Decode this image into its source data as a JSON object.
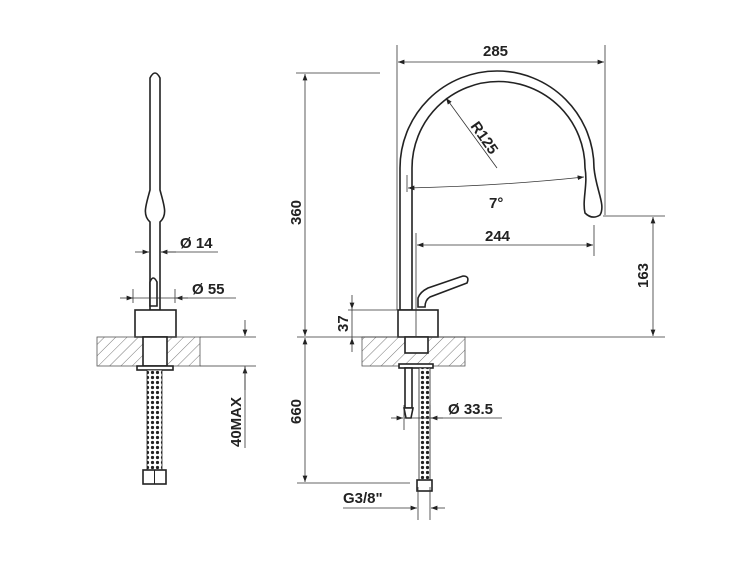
{
  "side_view": {
    "dim_spout_diameter": "Ø 14",
    "dim_body_diameter": "Ø 55",
    "dim_counter_thickness": "40MAX"
  },
  "front_view": {
    "dim_overall_width": "285",
    "dim_spout_radius": "R125",
    "dim_angle": "7°",
    "dim_reach": "244",
    "dim_outlet_height": "163",
    "dim_overall_height": "360",
    "dim_body_height": "37",
    "dim_hose_length": "660",
    "dim_shank_diameter": "Ø 33.5",
    "dim_connection": "G3/8\""
  }
}
